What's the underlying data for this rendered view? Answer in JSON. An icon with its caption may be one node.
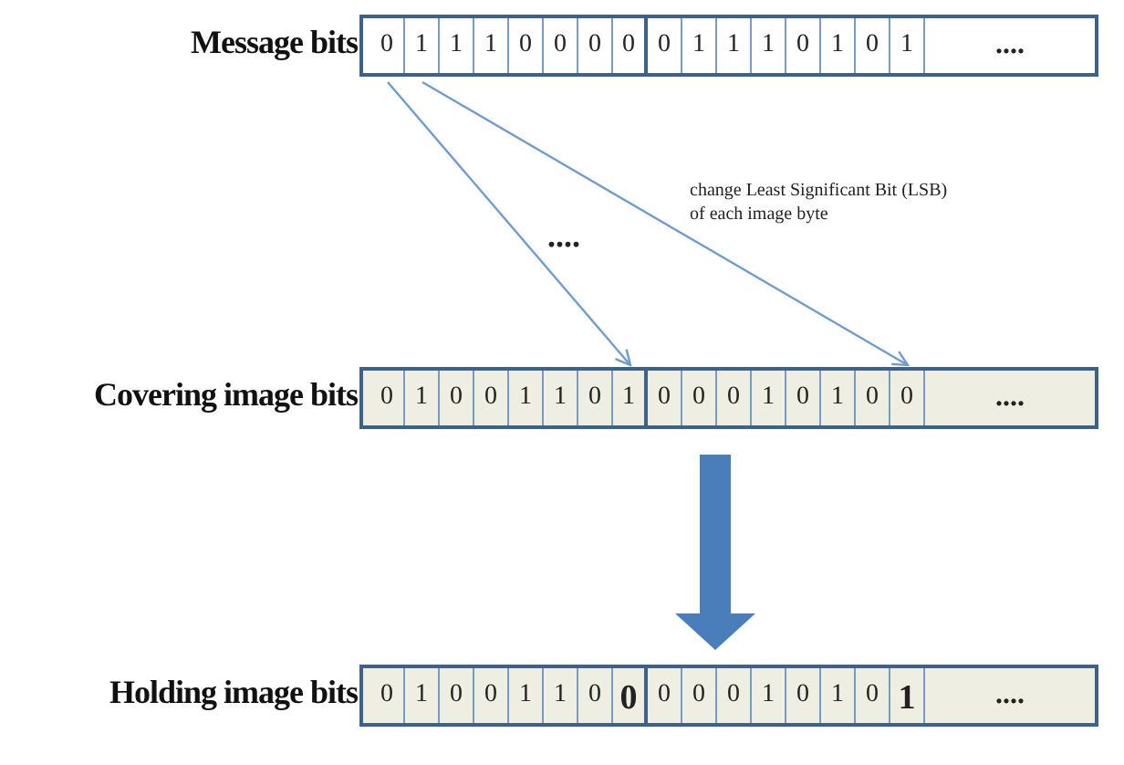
{
  "diagram": {
    "nodes": [
      {
        "text": [
          "Message bits"
        ]
      },
      {
        "text": [
          "0"
        ],
        "in": 0
      },
      {
        "text": [
          "1"
        ],
        "in": 0
      },
      {
        "text": [
          "1"
        ],
        "in": 0
      },
      {
        "text": [
          "1"
        ],
        "in": 0
      },
      {
        "text": [
          "0"
        ],
        "in": 0
      },
      {
        "text": [
          "0"
        ],
        "in": 0
      },
      {
        "text": [
          "0"
        ],
        "in": 0
      },
      {
        "text": [
          "0"
        ],
        "in": 0
      },
      {
        "text": [
          "0"
        ],
        "in": 0
      },
      {
        "text": [
          "1"
        ],
        "in": 0
      },
      {
        "text": [
          "1"
        ],
        "in": 0
      },
      {
        "text": [
          "1"
        ],
        "in": 0
      },
      {
        "text": [
          "0"
        ],
        "in": 0
      },
      {
        "text": [
          "1"
        ],
        "in": 0
      },
      {
        "text": [
          "0"
        ],
        "in": 0
      },
      {
        "text": [
          "1"
        ],
        "in": 0
      },
      {
        "text": [
          "...."
        ],
        "in": 0
      },
      {
        "text": [
          "Covering image bits"
        ]
      },
      {
        "text": [
          "0"
        ],
        "in": 18
      },
      {
        "text": [
          "1"
        ],
        "in": 18
      },
      {
        "text": [
          "0"
        ],
        "in": 18
      },
      {
        "text": [
          "0"
        ],
        "in": 18
      },
      {
        "text": [
          "1"
        ],
        "in": 18
      },
      {
        "text": [
          "1"
        ],
        "in": 18
      },
      {
        "text": [
          "0"
        ],
        "in": 18
      },
      {
        "text": [
          "1"
        ],
        "in": 18
      },
      {
        "text": [
          "0"
        ],
        "in": 18
      },
      {
        "text": [
          "0"
        ],
        "in": 18
      },
      {
        "text": [
          "0"
        ],
        "in": 18
      },
      {
        "text": [
          "1"
        ],
        "in": 18
      },
      {
        "text": [
          "0"
        ],
        "in": 18
      },
      {
        "text": [
          "1"
        ],
        "in": 18
      },
      {
        "text": [
          "0"
        ],
        "in": 18
      },
      {
        "text": [
          "0"
        ],
        "in": 18
      },
      {
        "text": [
          "...."
        ],
        "in": 18
      },
      {
        "text": [
          "Holding image bits"
        ]
      },
      {
        "text": [
          "0"
        ],
        "in": 36
      },
      {
        "text": [
          "1"
        ],
        "in": 36
      },
      {
        "text": [
          "0"
        ],
        "in": 36
      },
      {
        "text": [
          "0"
        ],
        "in": 36
      },
      {
        "text": [
          "1"
        ],
        "in": 36
      },
      {
        "text": [
          "1"
        ],
        "in": 36
      },
      {
        "text": [
          "0"
        ],
        "in": 36
      },
      {
        "text": [
          "0"
        ],
        "in": 36
      },
      {
        "text": [
          "0"
        ],
        "in": 36
      },
      {
        "text": [
          "0"
        ],
        "in": 36
      },
      {
        "text": [
          "0"
        ],
        "in": 36
      },
      {
        "text": [
          "1"
        ],
        "in": 36
      },
      {
        "text": [
          "0"
        ],
        "in": 36
      },
      {
        "text": [
          "1"
        ],
        "in": 36
      },
      {
        "text": [
          "0"
        ],
        "in": 36
      },
      {
        "text": [
          "1"
        ],
        "in": 36
      },
      {
        "text": [
          "...."
        ],
        "in": 36
      }
    ],
    "edges": [
      {
        "from": 1,
        "to": 26,
        "arrow": "to"
      },
      {
        "from": 2,
        "to": 34,
        "arrow": "to"
      },
      {
        "from": 18,
        "to": 36,
        "arrow": "to",
        "style": "thick",
        "color": "#4a7ebb"
      }
    ],
    "labels": [
      "....",
      "change Least Significant Bit (LSB) of each image byte"
    ]
  }
}
